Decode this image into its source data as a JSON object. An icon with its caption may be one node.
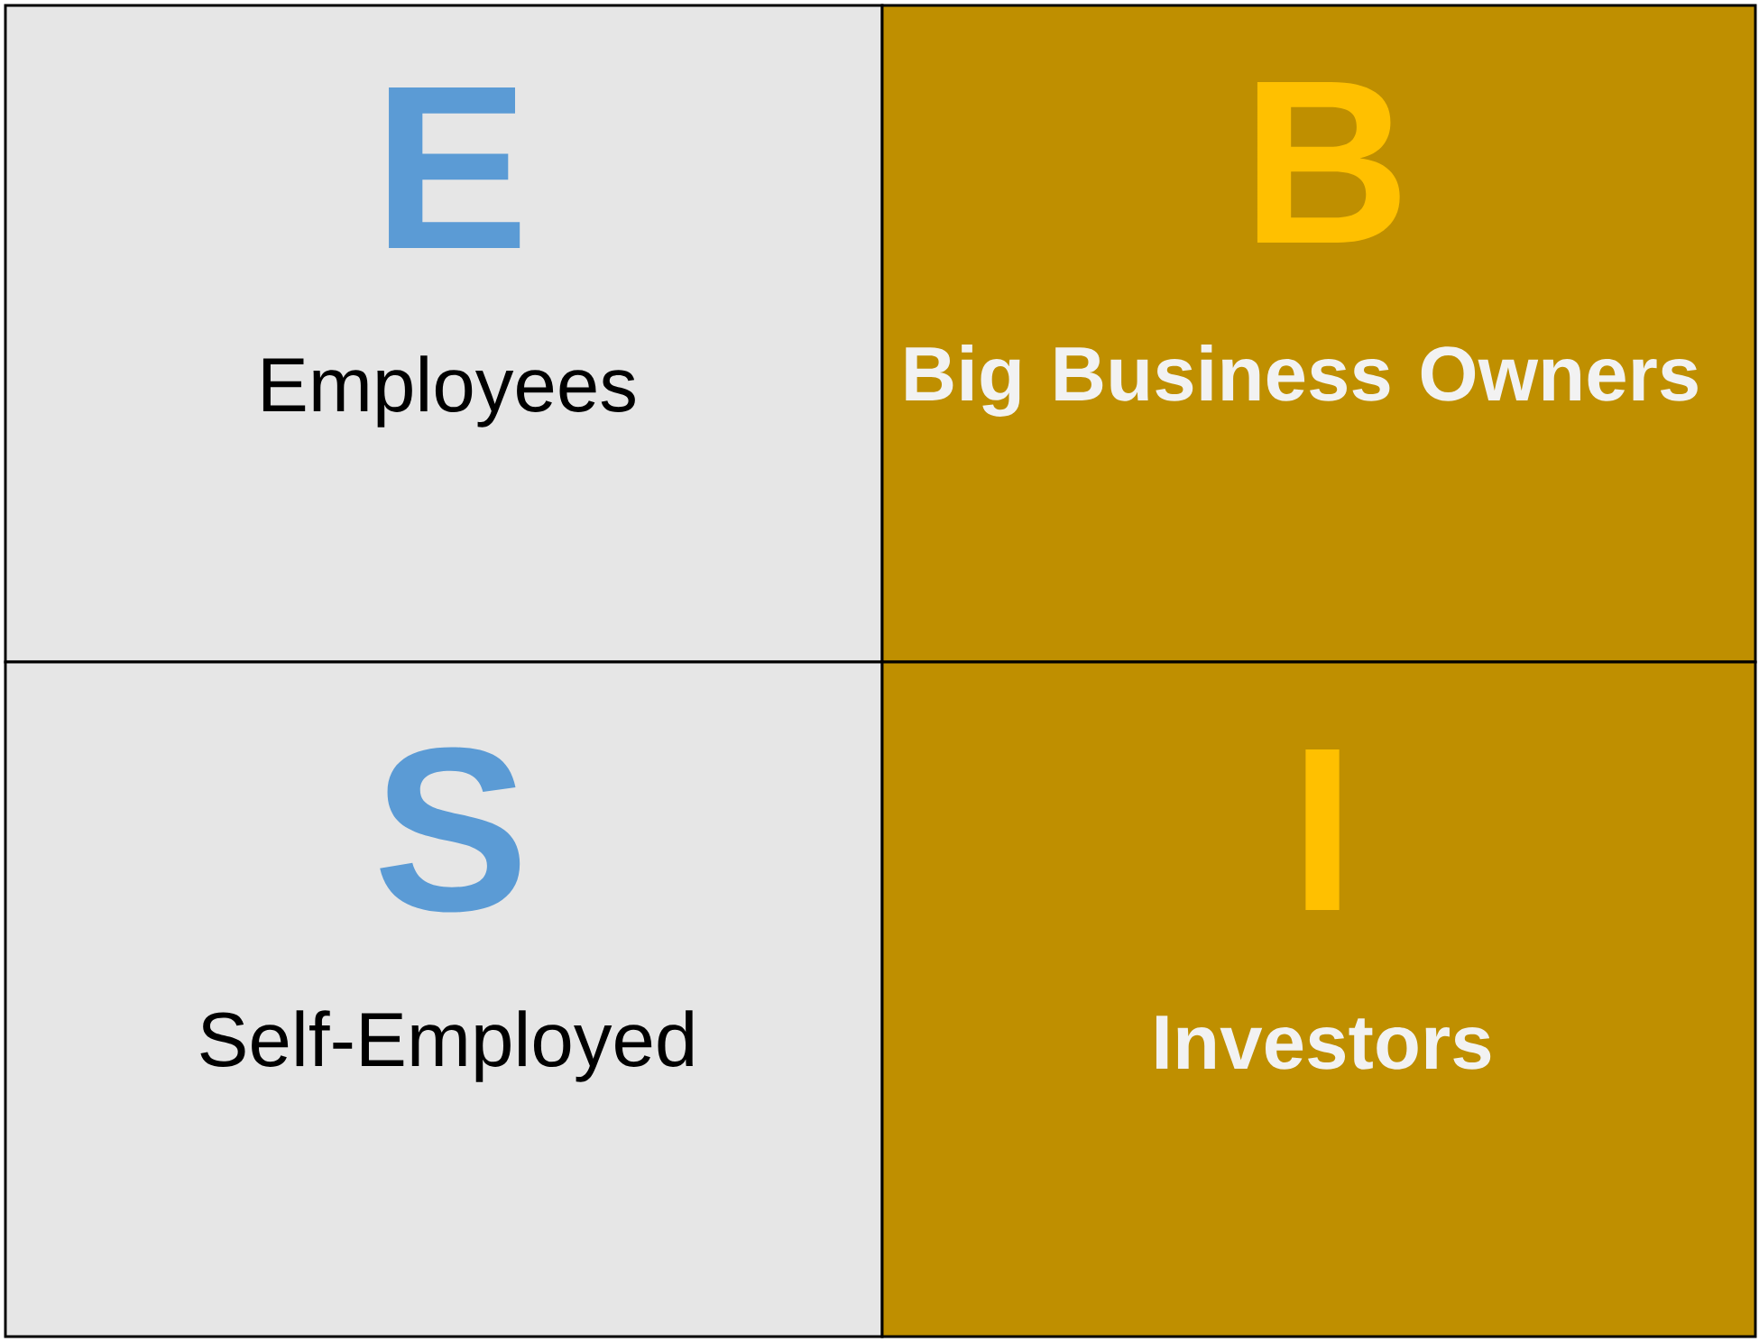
{
  "diagram": {
    "nodes": [
      {
        "text": [
          "E",
          "Employees"
        ]
      },
      {
        "text": [
          "B",
          "Big Business Owners"
        ]
      },
      {
        "text": [
          "S",
          "Self-Employed"
        ]
      },
      {
        "text": [
          "I",
          "Investors"
        ]
      }
    ]
  }
}
